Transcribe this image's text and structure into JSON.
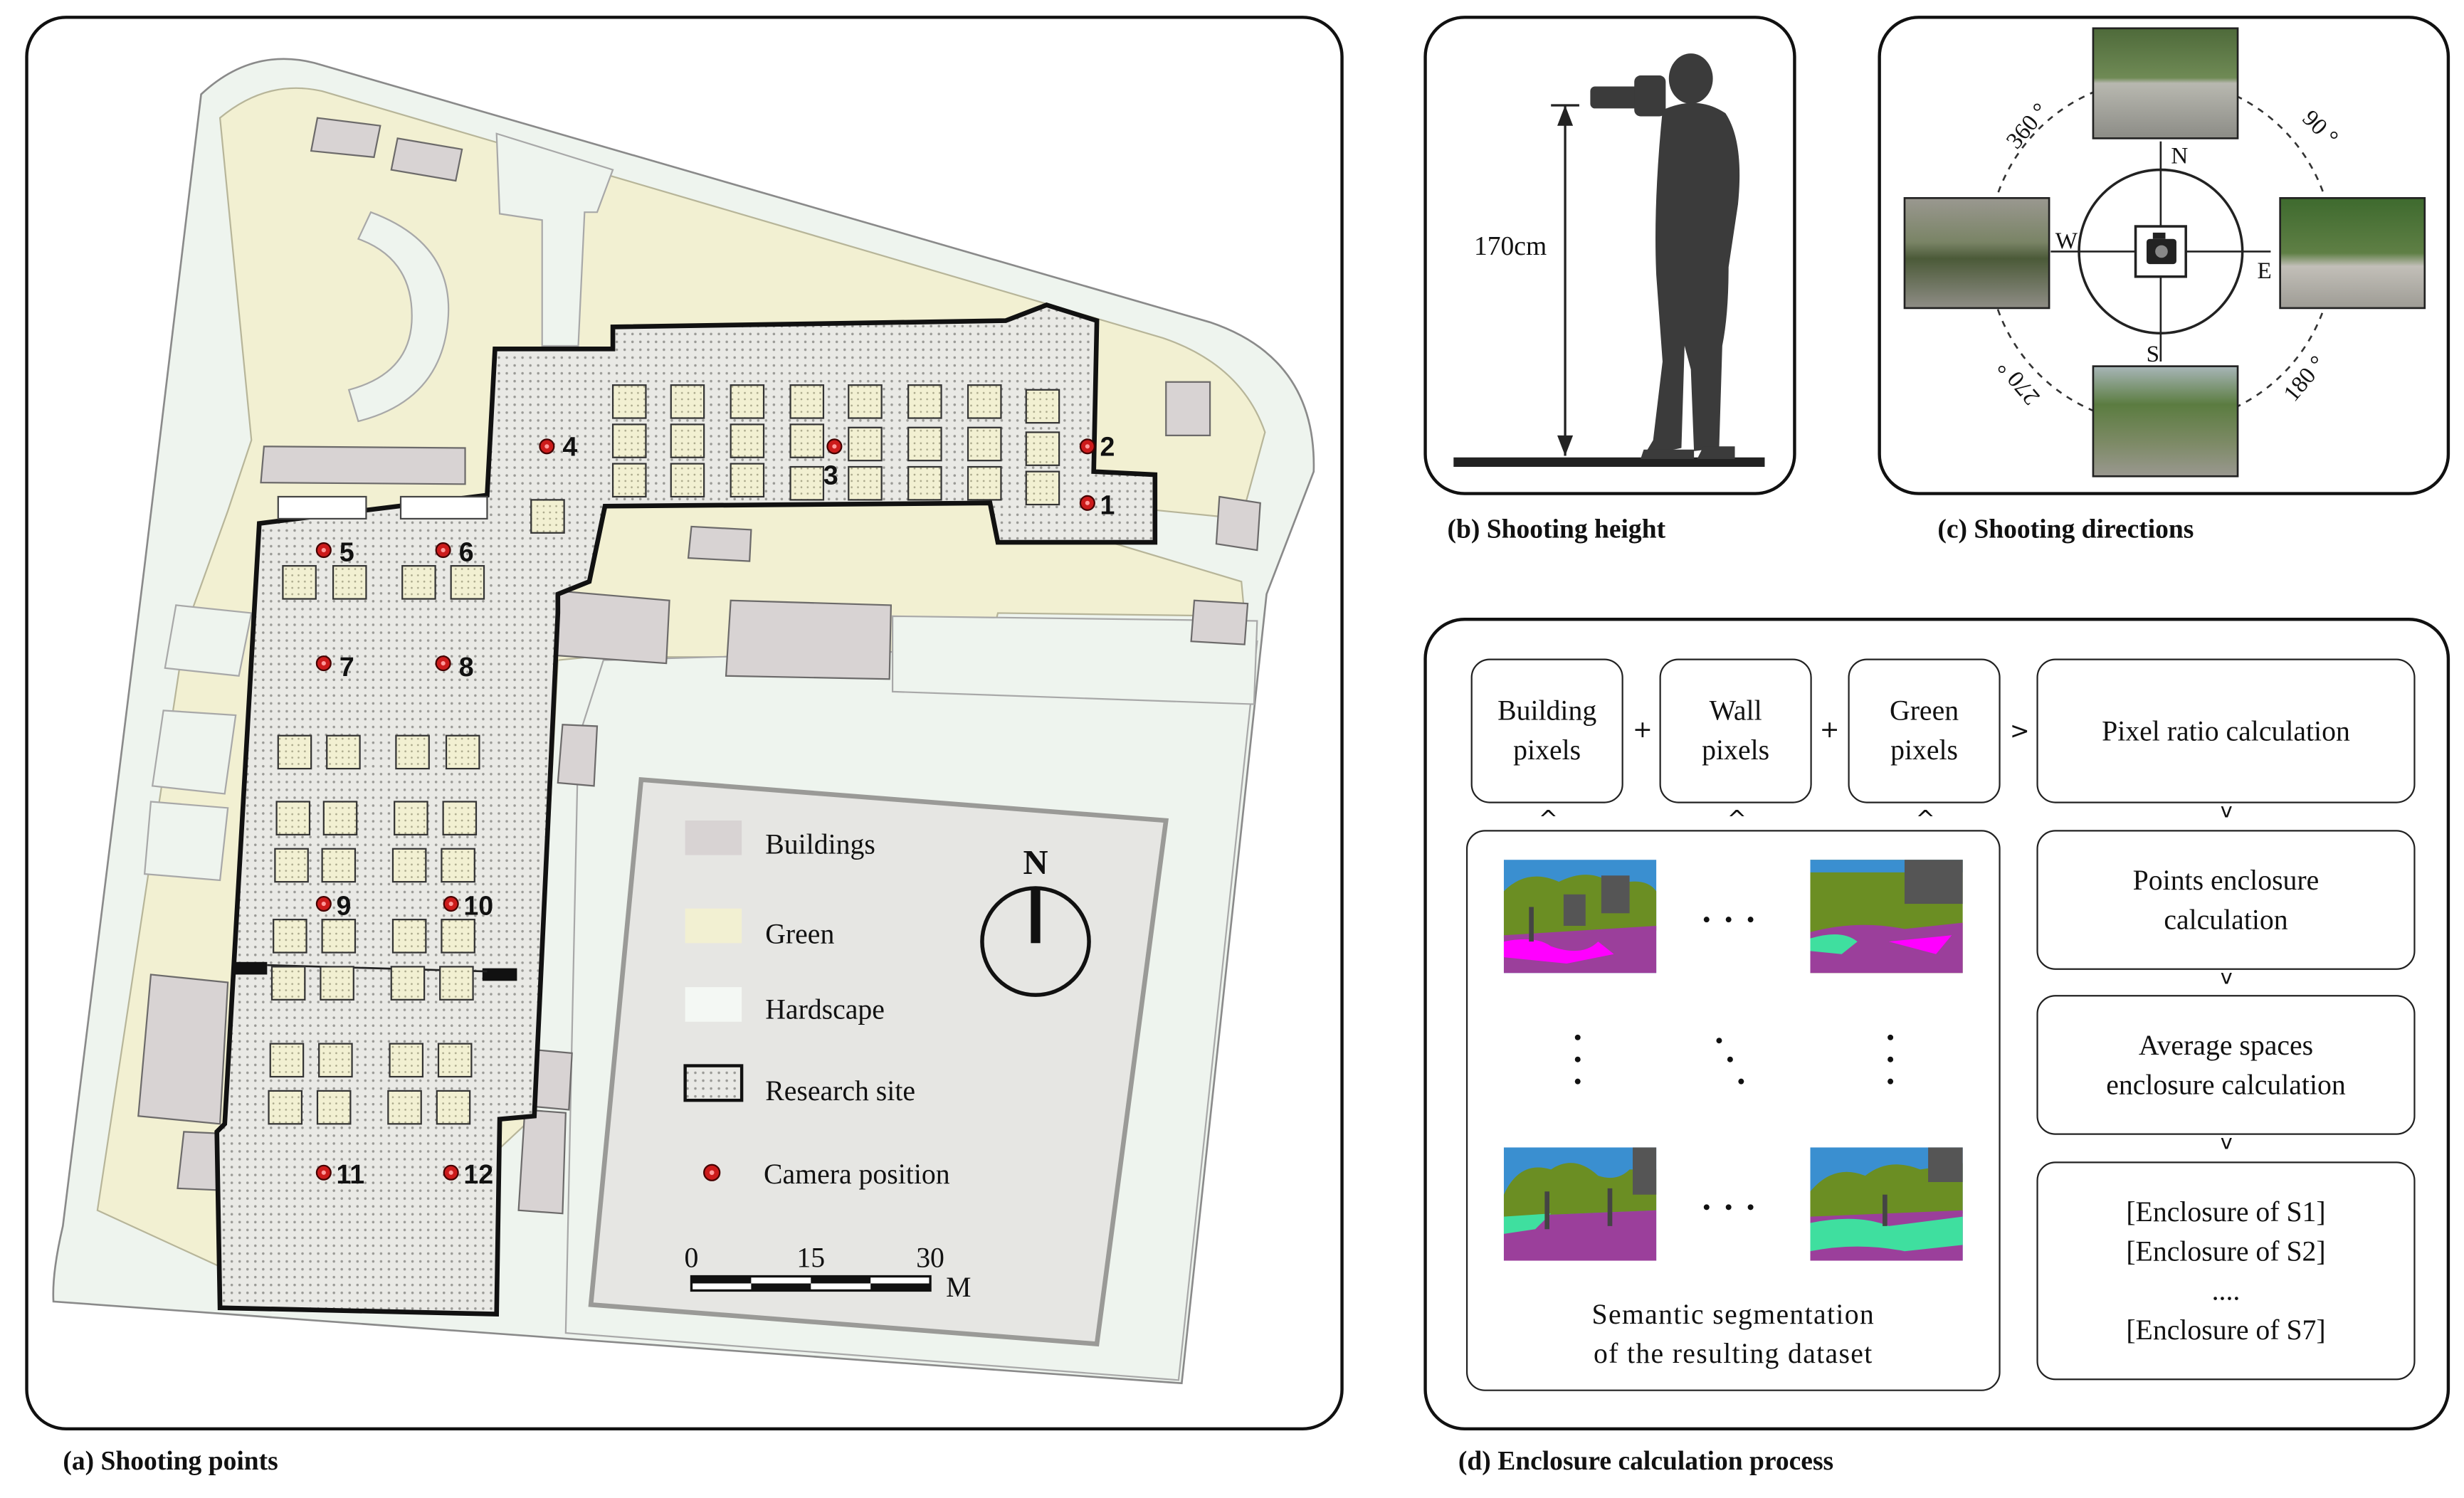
{
  "panel_a": {
    "caption": "(a) Shooting points",
    "points": [
      {
        "label": "1"
      },
      {
        "label": "2"
      },
      {
        "label": "3"
      },
      {
        "label": "4"
      },
      {
        "label": "5"
      },
      {
        "label": "6"
      },
      {
        "label": "7"
      },
      {
        "label": "8"
      },
      {
        "label": "9"
      },
      {
        "label": "10"
      },
      {
        "label": "11"
      },
      {
        "label": "12"
      }
    ],
    "legend": {
      "buildings": "Buildings",
      "green": "Green",
      "hardscape": "Hardscape",
      "research_site": "Research site",
      "camera_position": "Camera position",
      "north": "N",
      "scale_0": "0",
      "scale_15": "15",
      "scale_30": "30",
      "scale_unit": "M"
    },
    "colors": {
      "green": "#f2f0d2",
      "hardscape": "#eef4ee",
      "building": "#d8d3d3",
      "research_site": "#e4e4e0",
      "camera": "#cc1b1b",
      "legend_bg": "#e6e6e3"
    }
  },
  "panel_b": {
    "caption": "(b) Shooting height",
    "height_label": "170cm"
  },
  "panel_c": {
    "caption": "(c) Shooting directions",
    "n": "N",
    "s": "S",
    "e": "E",
    "w": "W",
    "deg_360": "360 °",
    "deg_90": "90 °",
    "deg_180": "180 °",
    "deg_270": "270 °"
  },
  "panel_d": {
    "caption": "(d) Enclosure calculation process",
    "building": "Building\npixels",
    "wall": "Wall\npixels",
    "green": "Green\npixels",
    "ratio": "Pixel ratio calculation",
    "points_enclosure": "Points enclosure\ncalculation",
    "average": "Average spaces\nenclosure calculation",
    "results": "[Enclosure of S1]\n[Enclosure of S2]\n....\n[Enclosure of S7]",
    "segmentation": "Semantic segmentation\nof the resulting dataset",
    "plus": "+",
    "gt": ">",
    "caret": "^",
    "v": "v",
    "hdots": "• • •",
    "colors": {
      "building": "#555555",
      "vegetation": "#6b8e23",
      "road": "#9b3f9b",
      "sky": "#3a8fd0",
      "sidewalk": "#f0f",
      "terrain": "#3fdf9f"
    }
  }
}
